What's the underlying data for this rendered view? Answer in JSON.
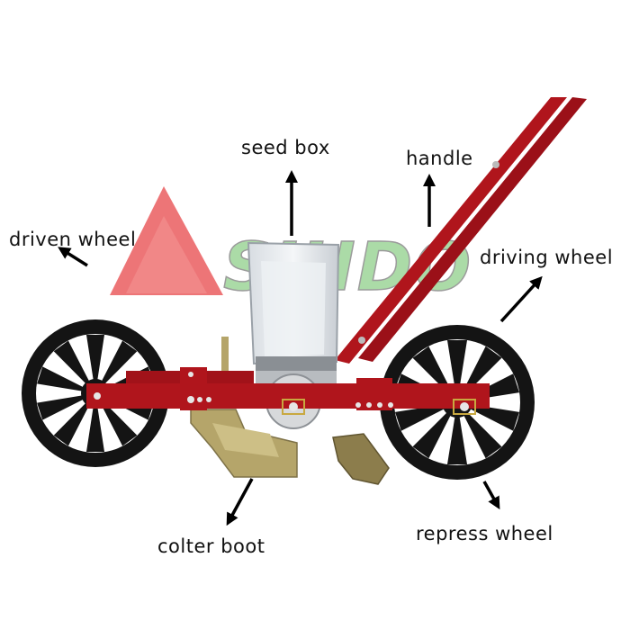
{
  "labels": {
    "seed_box": "seed box",
    "handle": "handle",
    "driven_wheel": "driven wheel",
    "driving_wheel": "driving wheel",
    "colter_boot": "colter boot",
    "repress_wheel": "repress wheel"
  },
  "watermark": {
    "text": "SIHDO"
  },
  "colors": {
    "frame": "#b0151c",
    "wheel": "#141414",
    "plate": "#b5a56a",
    "watermark_red": "#e8474a",
    "watermark_green": "#8fd08a",
    "arrow": "#000000"
  }
}
